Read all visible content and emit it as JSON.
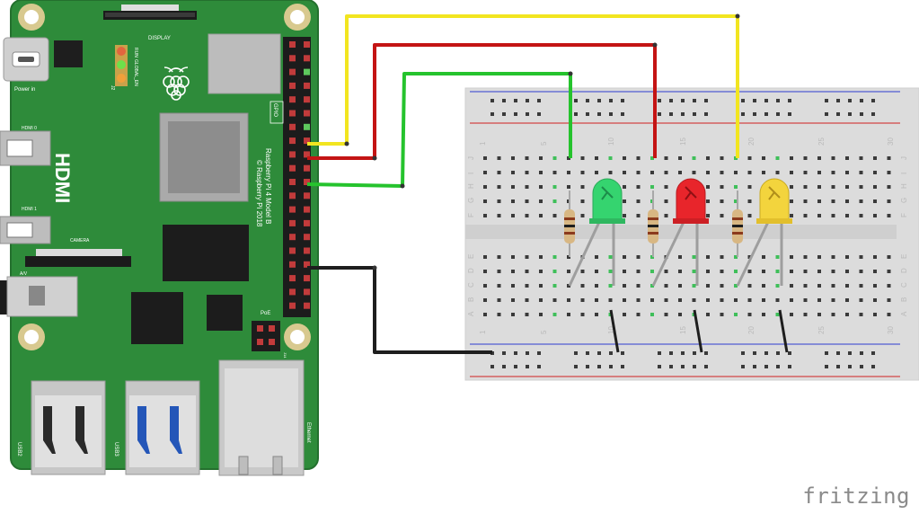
{
  "pi": {
    "model_line1": "Raspberry Pi 4 Model B",
    "model_line2": "© Raspberry Pi 2018",
    "display": "DISPLAY",
    "camera": "CAMERA",
    "gpio": "GPIO",
    "poe": "PoE",
    "hdmi": "HDMI",
    "hdmi0": "HDMI 0",
    "hdmi1": "HDMI 1",
    "power": "Power in",
    "run": "RUN",
    "global_en": "GLOBAL_EN",
    "j2": "J2",
    "av": "A/V",
    "usb2": "USB2",
    "usb3": "USB3",
    "ethernet": "Ethernet",
    "j14": "J14"
  },
  "breadboard": {
    "columns_top": [
      "1",
      "5",
      "10",
      "15",
      "20",
      "25",
      "30"
    ],
    "columns_bottom": [
      "1",
      "5",
      "10",
      "15",
      "20",
      "25",
      "30"
    ],
    "rows_upper": [
      "J",
      "I",
      "H",
      "G",
      "F"
    ],
    "rows_lower": [
      "E",
      "D",
      "C",
      "B",
      "A"
    ]
  },
  "components": {
    "leds": [
      {
        "name": "green-led",
        "color": "#35d46f"
      },
      {
        "name": "red-led",
        "color": "#e8252b"
      },
      {
        "name": "yellow-led",
        "color": "#f3d43d"
      }
    ],
    "wire_colors": {
      "yellow": "#f2e520",
      "red": "#c41414",
      "green": "#25c32d",
      "black": "#1e1e1e"
    }
  },
  "brand": "fritzing"
}
